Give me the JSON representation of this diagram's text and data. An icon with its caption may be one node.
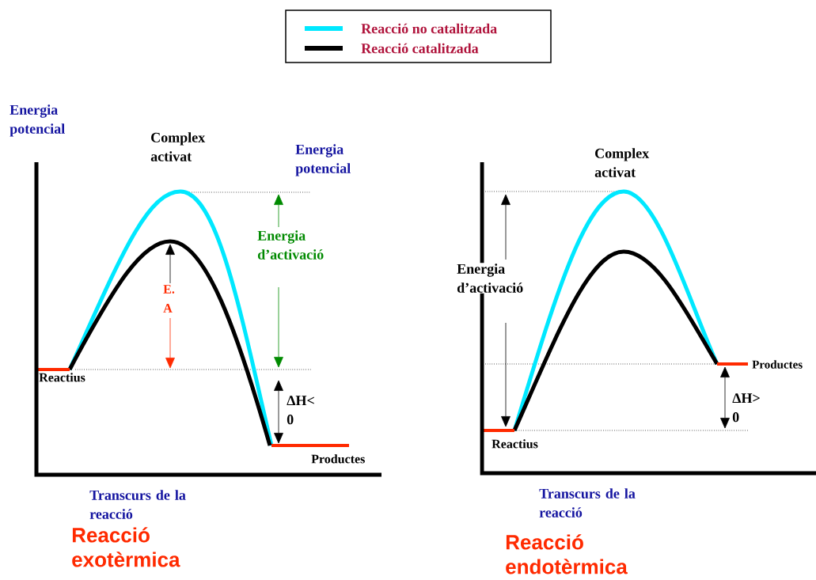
{
  "diagram": {
    "labels": [
      "Energia potencial",
      "Complex activat",
      "Energia potencial",
      "Energia d’activació",
      "E. A",
      "Reactius",
      "ΔH< 0",
      "Productes",
      "Transcurs de la reacció",
      "Reacció exotèrmica",
      "Complex activat",
      "Energia d’activació",
      "Productes",
      "ΔH> 0",
      "Reactius",
      "Transcurs de la reacció",
      "Reacció endotèrmica"
    ],
    "legend": [
      {
        "text": "Reacció no catalitzada",
        "color": "#00e8ff"
      },
      {
        "text": "Reacció  catalitzada",
        "color": "#000000"
      }
    ]
  }
}
